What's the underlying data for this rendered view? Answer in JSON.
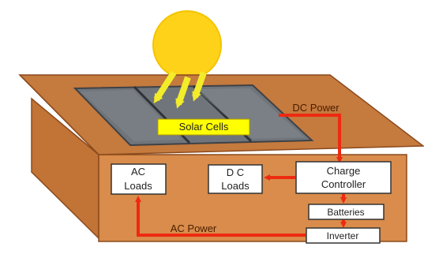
{
  "diagram": {
    "nodes": {
      "solar_cells": "Solar Cells",
      "charge_controller": [
        "Charge",
        "Controller"
      ],
      "dc_loads": [
        "D C",
        "Loads"
      ],
      "ac_loads": [
        "AC",
        "Loads"
      ],
      "batteries": "Batteries",
      "inverter": "Inverter"
    },
    "edges": {
      "dc_power": "DC Power",
      "ac_power": "AC Power"
    },
    "colors": {
      "sun": "#ffd21a",
      "rays": "#f5ee2c",
      "roof": "#c47a3e",
      "house": "#d88c4c",
      "arrow": "#ee2a11",
      "panel": "#6f757b"
    }
  }
}
